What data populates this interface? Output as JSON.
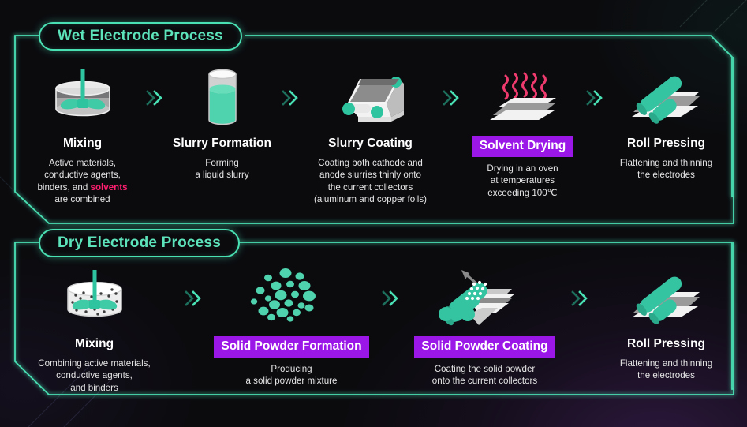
{
  "colors": {
    "background": "#0b0b0e",
    "accent_teal": "#49e0b4",
    "highlight_purple": "#9b17e8",
    "solvent_pink": "#ff1f6e",
    "text_white": "#ffffff",
    "icon_gray": "#9e9e9e",
    "icon_white": "#f2f2f2"
  },
  "sections": [
    {
      "title": "Wet Electrode Process",
      "steps": [
        {
          "icon": "mixing-tank-icon",
          "title": "Mixing",
          "highlight": false,
          "desc_lines": [
            "Active materials,",
            "conductive agents,",
            "binders, and ",
            "are combined"
          ],
          "desc_highlight_word": "solvents"
        },
        {
          "icon": "beaker-slurry-icon",
          "title": "Slurry Formation",
          "highlight": false,
          "desc_lines": [
            "Forming",
            "a liquid slurry"
          ]
        },
        {
          "icon": "slurry-coating-icon",
          "title": "Slurry Coating",
          "highlight": false,
          "desc_lines": [
            "Coating both cathode and",
            "anode slurries thinly onto",
            "the current collectors",
            "(aluminum and copper foils)"
          ]
        },
        {
          "icon": "oven-drying-icon",
          "title": "Solvent Drying",
          "highlight": true,
          "desc_lines": [
            "Drying in an oven",
            "at temperatures",
            "exceeding 100℃"
          ]
        },
        {
          "icon": "roll-pressing-icon",
          "title": "Roll Pressing",
          "highlight": false,
          "desc_lines": [
            "Flattening and thinning",
            "the electrodes"
          ]
        }
      ]
    },
    {
      "title": "Dry Electrode Process",
      "steps": [
        {
          "icon": "dry-mixing-tank-icon",
          "title": "Mixing",
          "highlight": false,
          "desc_lines": [
            "Combining active materials,",
            "conductive agents,",
            "and binders"
          ]
        },
        {
          "icon": "powder-particles-icon",
          "title": "Solid Powder Formation",
          "highlight": true,
          "desc_lines": [
            "Producing",
            "a solid powder mixture"
          ]
        },
        {
          "icon": "powder-coating-icon",
          "title": "Solid Powder Coating",
          "highlight": true,
          "desc_lines": [
            "Coating the solid powder",
            "onto the current collectors"
          ]
        },
        {
          "icon": "roll-pressing-icon",
          "title": "Roll Pressing",
          "highlight": false,
          "desc_lines": [
            "Flattening and thinning",
            "the electrodes"
          ]
        }
      ]
    }
  ],
  "arrow_glyph": "chevron-double-right-icon"
}
